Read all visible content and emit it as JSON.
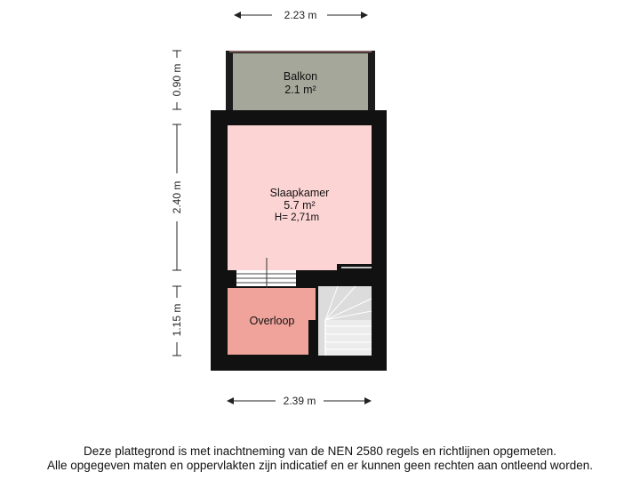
{
  "dimensions": {
    "top_width": "2.23 m",
    "bottom_width": "2.39 m",
    "balkon_depth": "0.90 m",
    "slaapkamer_depth": "2.40 m",
    "overloop_depth": "1.15 m"
  },
  "rooms": {
    "balkon": {
      "name": "Balkon",
      "area": "2.1 m²"
    },
    "slaapkamer": {
      "name": "Slaapkamer",
      "area": "5.7 m²",
      "height": "H= 2,71m"
    },
    "overloop": {
      "name": "Overloop"
    }
  },
  "colors": {
    "wall": "#111111",
    "balkon": "#a4a79a",
    "slaapkamer": "#fdd4d4",
    "overloop": "#f0a39b",
    "stairs": "#d9d9d9"
  },
  "disclaimer": {
    "line1": "Deze plattegrond is met inachtneming van de NEN 2580 regels en richtlijnen opgemeten.",
    "line2": "Alle opgegeven maten en oppervlakten zijn indicatief en er kunnen geen rechten aan ontleend worden."
  }
}
